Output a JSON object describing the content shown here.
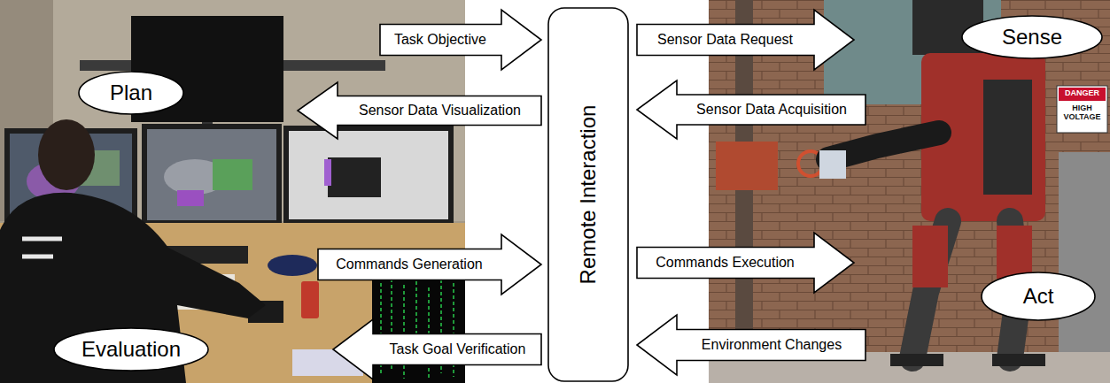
{
  "diagram": {
    "nodes": [
      {
        "text": [
          "Plan"
        ]
      },
      {
        "text": [
          "Evaluation"
        ]
      },
      {
        "text": [
          "Task Objective"
        ]
      },
      {
        "text": [
          "Sensor Data Visualization"
        ]
      },
      {
        "text": [
          "Commands Generation"
        ]
      },
      {
        "text": [
          "Task Goal Verification"
        ]
      },
      {
        "text": [
          "Remote Interaction"
        ]
      },
      {
        "text": [
          "Sensor Data Request"
        ]
      },
      {
        "text": [
          "Sensor Data Acquisition"
        ]
      },
      {
        "text": [
          "Commands Execution"
        ]
      },
      {
        "text": [
          "Environment Changes"
        ]
      },
      {
        "text": [
          "Sense"
        ]
      },
      {
        "text": [
          "Act"
        ]
      }
    ],
    "labels": [
      "DANGER",
      "HIGH VOLTAGE"
    ]
  }
}
